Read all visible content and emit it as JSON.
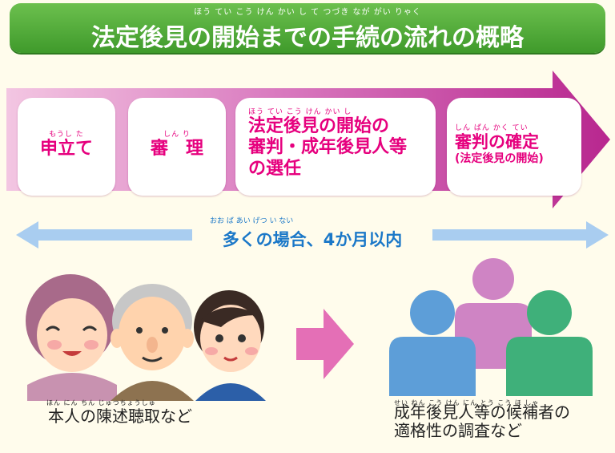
{
  "title": {
    "ruby": "ほう てい こう けん かい し て つづき なが がい りゃく",
    "text": "法定後見の開始までの手続の流れの概略"
  },
  "steps": [
    {
      "ruby": "もうし た",
      "label": "申立て"
    },
    {
      "ruby": "しん り",
      "label": "審　理"
    },
    {
      "ruby": "ほう てい こう けん かい し",
      "label_line1": "法定後見の開始の",
      "label_line2": "審判・成年後見人等",
      "label_line3": "の選任"
    },
    {
      "ruby": "しん ぱん かく てい",
      "label_line1": "審判の確定",
      "label_line2": "(法定後見の開始)"
    }
  ],
  "period": {
    "ruby": "おお ば あい げつ い ない",
    "text": "多くの場合、4か月以内"
  },
  "captions": {
    "left_ruby": "ほん にん ちん じゅつちょうしゅ",
    "left": "本人の陳述聴取など",
    "right_ruby": "せい ねん こう けん にん とう こう ほ しゃ",
    "right_line1": "成年後見人等の候補者の",
    "right_line2": "適格性の調査など"
  },
  "colors": {
    "banner": "#4caf34",
    "flow_arrow": "#c23c9c",
    "step_text": "#e6007e",
    "period_arrow": "#a9cdf0",
    "period_text": "#1b78c8",
    "bottom_arrow": "#e46fb6"
  }
}
